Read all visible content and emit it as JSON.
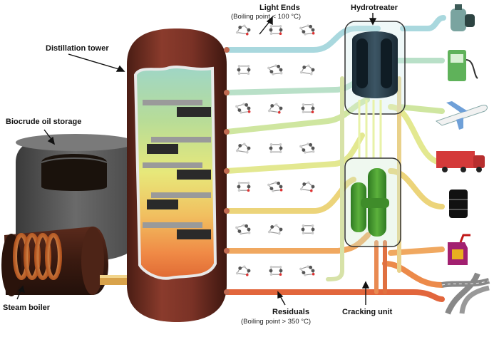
{
  "labels": {
    "distillation_tower": "Distillation tower",
    "biocrude_storage": "Biocrude oil storage",
    "steam_boiler": "Steam boiler",
    "light_ends": "Light Ends",
    "light_ends_sub": "(Boiling point < 100 °C)",
    "hydrotreater": "Hydrotreater",
    "cracking_unit": "Cracking unit",
    "residuals": "Residuals",
    "residuals_sub": "(Boiling point > 350 °C)"
  },
  "stream_colors": [
    "#a9d8de",
    "#b9e0c8",
    "#cfe6a0",
    "#e3e890",
    "#ecd47a",
    "#f0a860",
    "#ec8a4a",
    "#e2663c"
  ],
  "products": [
    {
      "name": "gas-cylinder-icon"
    },
    {
      "name": "fuel-pump-icon"
    },
    {
      "name": "airplane-icon"
    },
    {
      "name": "truck-icon"
    },
    {
      "name": "oil-barrel-icon"
    },
    {
      "name": "fuel-can-icon"
    },
    {
      "name": "road-icon"
    }
  ]
}
